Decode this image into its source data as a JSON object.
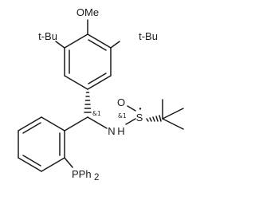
{
  "molecule": {
    "labels": {
      "methoxy": "OMe",
      "tbu_left": "t-Bu",
      "tbu_right": "t-Bu",
      "oxygen": "O",
      "sulfur": "S",
      "nitrogen": "N",
      "hydrogen": "H",
      "phosphine": "PPh",
      "phosphine_sub": "2",
      "stereo_carbon": "&1",
      "stereo_sulfur": "&1"
    }
  }
}
